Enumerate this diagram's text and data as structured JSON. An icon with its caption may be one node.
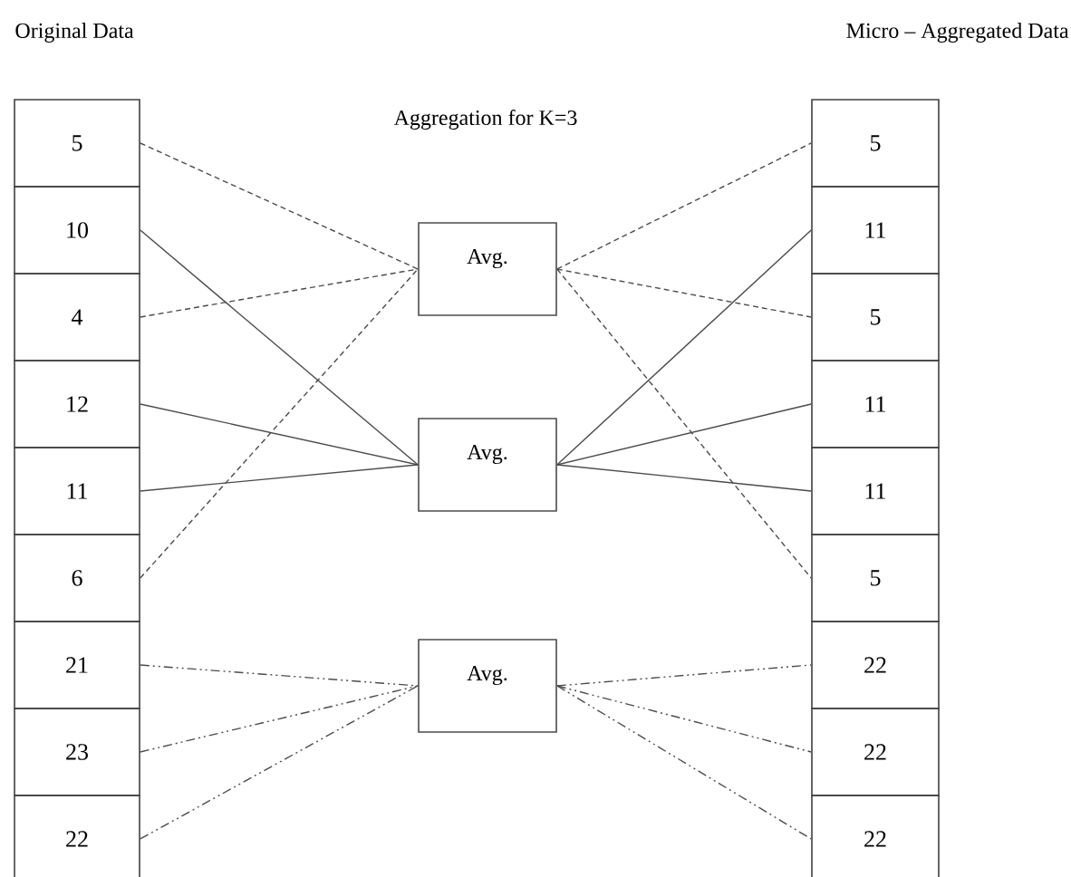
{
  "diagram": {
    "nodes": [
      {
        "text": [
          "5"
        ]
      },
      {
        "text": [
          "10"
        ]
      },
      {
        "text": [
          "4"
        ]
      },
      {
        "text": [
          "12"
        ]
      },
      {
        "text": [
          "11"
        ]
      },
      {
        "text": [
          "6"
        ]
      },
      {
        "text": [
          "21"
        ]
      },
      {
        "text": [
          "23"
        ]
      },
      {
        "text": [
          "22"
        ]
      },
      {
        "text": [
          "Avg."
        ]
      },
      {
        "text": [
          "Avg."
        ]
      },
      {
        "text": [
          "Avg."
        ]
      },
      {
        "text": [
          "5"
        ]
      },
      {
        "text": [
          "11"
        ]
      },
      {
        "text": [
          "5"
        ]
      },
      {
        "text": [
          "11"
        ]
      },
      {
        "text": [
          "11"
        ]
      },
      {
        "text": [
          "5"
        ]
      },
      {
        "text": [
          "22"
        ]
      },
      {
        "text": [
          "22"
        ]
      },
      {
        "text": [
          "22"
        ]
      }
    ],
    "edges": [
      {
        "from": 0,
        "to": 9,
        "arrow": "none",
        "style": "dashed"
      },
      {
        "from": 1,
        "to": 10,
        "arrow": "none"
      },
      {
        "from": 2,
        "to": 9,
        "arrow": "none",
        "style": "dashed"
      },
      {
        "from": 3,
        "to": 10,
        "arrow": "none"
      },
      {
        "from": 4,
        "to": 10,
        "arrow": "none"
      },
      {
        "from": 5,
        "to": 9,
        "arrow": "none",
        "style": "dashed"
      },
      {
        "from": 6,
        "to": 11,
        "arrow": "none",
        "style": "dashed"
      },
      {
        "from": 7,
        "to": 11,
        "arrow": "none",
        "style": "dashed"
      },
      {
        "from": 8,
        "to": 11,
        "arrow": "none",
        "style": "dashed"
      },
      {
        "from": 9,
        "to": 12,
        "arrow": "none",
        "style": "dashed"
      },
      {
        "from": 9,
        "to": 14,
        "arrow": "none",
        "style": "dashed"
      },
      {
        "from": 9,
        "to": 17,
        "arrow": "none",
        "style": "dashed"
      },
      {
        "from": 10,
        "to": 13,
        "arrow": "none"
      },
      {
        "from": 10,
        "to": 15,
        "arrow": "none"
      },
      {
        "from": 10,
        "to": 16,
        "arrow": "none"
      },
      {
        "from": 11,
        "to": 18,
        "arrow": "none",
        "style": "dashed"
      },
      {
        "from": 11,
        "to": 19,
        "arrow": "none",
        "style": "dashed"
      },
      {
        "from": 11,
        "to": 20,
        "arrow": "none",
        "style": "dashed"
      }
    ],
    "labels": [
      "Original Data",
      "Micro – Aggregated Data",
      "Aggregation for K=3"
    ]
  }
}
